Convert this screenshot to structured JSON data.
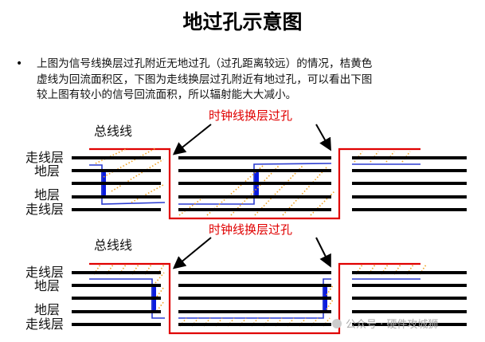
{
  "title": "地过孔示意图",
  "bullet": "•",
  "paragraph": [
    "上图为信号线换层过孔附近无地过孔（过孔距离较远）的情况，桔黄色",
    "虚线为回流面积区，下图为走线换层过孔附近有地过孔，可以看出下图",
    "较上图有较小的信号回流面积，所以辐射能大大减小。"
  ],
  "diagrams": [
    {
      "bus_label": "总线线",
      "via_label": "时钟线换层过孔",
      "layers": [
        "走线层",
        "地层",
        "地层",
        "走线层"
      ]
    },
    {
      "bus_label": "总线线",
      "via_label": "时钟线换层过孔",
      "layers": [
        "走线层",
        "地层",
        "地层",
        "走线层"
      ]
    }
  ],
  "watermark": "公众号 · 硬件攻城狮",
  "colors": {
    "signal": "#e00000",
    "return": "#2b3cd0",
    "via": "#0a1be0",
    "area": "#f0a020",
    "plane": "#000000"
  }
}
